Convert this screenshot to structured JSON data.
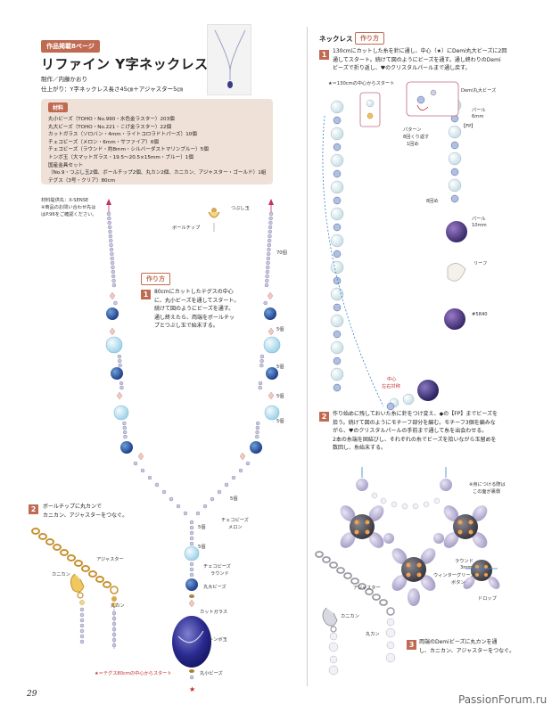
{
  "header": {
    "page_tag": "作品掲載8ページ",
    "title": "リファイン Y字ネックレス",
    "author": "制作／内藤かおり",
    "size": "仕上がり：Y字ネックレス長さ45㎝＋アジャスター5㎝"
  },
  "materials": {
    "label": "材料",
    "items": [
      "丸小ビーズ（TOHO・No.990・水色金ラスター）203個",
      "丸大ビーズ（TOHO・No.221・こげ金ラスター）22個",
      "カットガラス（ソロバン・4mm・ライトコロラドトパーズ）10個",
      "チェコビーズ（メロン・6mm・サファイア）6個",
      "チェコビーズ（ラウンド・約8mm・シルバーダストマリンブルー）5個",
      "トンボ玉（大マットガラス・19.5〜20.5×15mm・ブルー）1個",
      "国産金具セット",
      "（No.9・つぶし玉2個、ボールチップ2個、丸カン2個、カニカン、アジャスター・ゴールド）1組",
      "テグス（3号・クリア）80cm"
    ],
    "supplier": "材料提供先：X-SENSE",
    "inquiry": "※商品のお問い合わせ先は",
    "inquiry2": "はP.96をご確認ください。"
  },
  "left_steps": {
    "howto": "作り方",
    "step1": {
      "num": "1",
      "lines": [
        "80cmにカットしたテグスの中心",
        "に、丸小ビーズを通してスタート。",
        "続けて図のようにビーズを通す。",
        "通し終えたら、両端をボールチッ",
        "プとつぶし玉で始末する。"
      ]
    },
    "step2": {
      "num": "2",
      "lines": [
        "ボールチップに丸カンで",
        "カニカン、アジャスターをつなぐ。"
      ]
    }
  },
  "left_labels": {
    "tsubushi": "つぶし玉",
    "ballchip": "ボールチップ",
    "count70": "70個",
    "count5": "5個",
    "czech_melon": "チェコビーズ",
    "czech_melon2": "メロン",
    "czech_round": "チェコビーズ",
    "czech_round2": "ラウンド",
    "marudai": "丸大ビーズ",
    "cutglass": "カットガラス",
    "tombo": "トンボ玉",
    "marusho": "丸小ビーズ",
    "start_note": "★＝テグス80cmの中心からスタート",
    "adjuster": "アジャスター",
    "kanikan": "カニカン",
    "marukan": "丸カン"
  },
  "right_section": {
    "title": "ネックレス",
    "howto": "作り方",
    "step1": {
      "num": "1",
      "lines": [
        "130cmにカットした糸を針に通し、中心（★）にDemi丸大ビーズに2回",
        "通してスタート。続けて図のようにビーズを通す。通し終わりのDemi",
        "ビーズで折り返し、♥のクリスタルパールまで通し戻す。"
      ]
    },
    "step2": {
      "num": "2",
      "lines": [
        "作り始めに残しておいた糸に針をつけ変え、◆の【FP】までビーズを",
        "拾う。続けて図のようにモチーフ部分を編む。モチーフ3個を編みな",
        "がら、♥のクリスタルパールの手前まで通して糸を出会わせる。",
        "2本の糸端を固結びし、それぞれの糸でビーズを拾いながら玉留めを",
        "数回し、糸始末する。"
      ]
    },
    "step3": {
      "num": "3",
      "lines": [
        "両端のDemiビーズに丸カンを通",
        "し、カニカン、アジャスターをつなぐ。"
      ]
    }
  },
  "right_labels": {
    "start130": "★＝130cmの中心からスタート",
    "demi": "Demi丸大ビーズ",
    "pearl6": "パール",
    "pearl6b": "6mm",
    "fp": "【FP】",
    "pattern": "パターン",
    "pattern_n": "8回くり返す",
    "pattern_n2": "1回め",
    "count8": "8回め",
    "pearl10": "パール",
    "pearl10b": "10mm",
    "leaf": "リーフ",
    "num5840": "#5840",
    "center": "中心",
    "symmetry": "左右対称",
    "side_note": "※身につける際は",
    "side_note2": "この面が裏側",
    "round": "ラウンド",
    "round2": "3mm",
    "wintergreen": "ウィンターグリーン",
    "button": "ボタン",
    "drop": "ドロップ",
    "adjuster": "アジャスター",
    "kanikan": "カニカン",
    "marukan": "丸カン"
  },
  "footer": {
    "page": "29",
    "watermark": "PassionForum.ru"
  }
}
